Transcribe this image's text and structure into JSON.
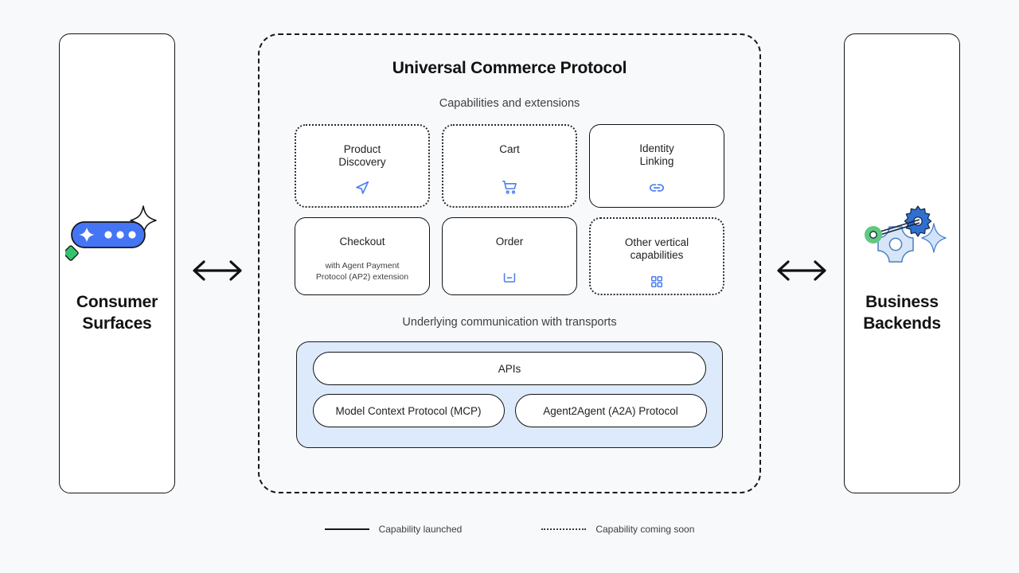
{
  "page": {
    "background": "#f8f9fb"
  },
  "left_panel": {
    "title": "Consumer\nSurfaces",
    "title_line1": "Consumer",
    "title_line2": "Surfaces",
    "art": {
      "pill_color": "#4574f5",
      "diamond_color": "#ffffff",
      "dot_color": "#ffffff",
      "star_outline_color": "#141414",
      "green_diamond_color": "#34c26b",
      "icon_name": "chat-pill-illustration"
    }
  },
  "right_panel": {
    "title_line1": "Business",
    "title_line2": "Backends",
    "art": {
      "gear_color": "#2f6fd0",
      "cog_fill": "#d6e6f8",
      "cog_stroke": "#4b7fc4",
      "green_dot_color": "#5ec97f",
      "star_fill": "#cfe3fb",
      "icon_name": "gears-backend-illustration"
    }
  },
  "connectors": {
    "left_arrow": "bidirectional-arrow",
    "right_arrow": "bidirectional-arrow",
    "color": "#111113"
  },
  "ucp": {
    "title": "Universal Commerce Protocol",
    "capabilities_label": "Capabilities and extensions",
    "transports_label": "Underlying communication with transports",
    "border_style": "dashed"
  },
  "capabilities": [
    {
      "name": "Product\nDiscovery",
      "name_line1": "Product",
      "name_line2": "Discovery",
      "subtitle": "",
      "status": "soon",
      "icon": "navigation-arrow-icon",
      "icon_color": "#4c7df0"
    },
    {
      "name": "Cart",
      "name_line1": "Cart",
      "name_line2": "",
      "subtitle": "",
      "status": "soon",
      "icon": "shopping-cart-icon",
      "icon_color": "#4c7df0"
    },
    {
      "name": "Identity\nLinking",
      "name_line1": "Identity",
      "name_line2": "Linking",
      "subtitle": "",
      "status": "launched",
      "icon": "link-chain-icon",
      "icon_color": "#4c7df0"
    },
    {
      "name": "Checkout",
      "name_line1": "Checkout",
      "name_line2": "",
      "subtitle": "with Agent Payment Protocol (AP2) extension",
      "subtitle_line1": "with Agent Payment",
      "subtitle_line2": "Protocol (AP2) extension",
      "status": "launched",
      "icon": "",
      "icon_color": "#4c7df0"
    },
    {
      "name": "Order",
      "name_line1": "Order",
      "name_line2": "",
      "subtitle": "",
      "status": "launched",
      "icon": "order-box-icon",
      "icon_color": "#4c7df0"
    },
    {
      "name": "Other vertical\ncapabilities",
      "name_line1": "Other vertical",
      "name_line2": "capabilities",
      "subtitle": "",
      "status": "soon",
      "icon": "grid-squares-icon",
      "icon_color": "#4c7df0"
    }
  ],
  "transports": {
    "background": "#ddeafb",
    "api_label": "APIs",
    "mcp_label": "Model Context Protocol (MCP)",
    "a2a_label": "Agent2Agent (A2A) Protocol"
  },
  "legend": [
    {
      "style": "solid",
      "label": "Capability launched"
    },
    {
      "style": "dotted",
      "label": "Capability coming soon"
    }
  ]
}
